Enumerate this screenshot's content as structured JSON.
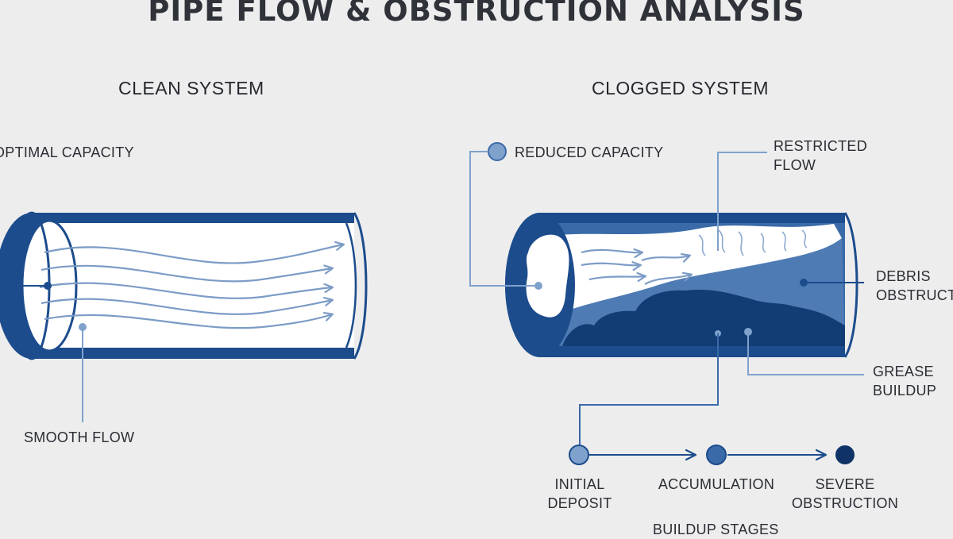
{
  "title": "PIPE FLOW & OBSTRUCTION ANALYSIS",
  "colors": {
    "pipe_dark": "#1c4c8c",
    "pipe_mid": "#3a6aa8",
    "pipe_light": "#7fa2cc",
    "flow_arrow": "#7c9cc6",
    "inner": "#ffffff",
    "background": "#ededee",
    "severe": "#0f3366"
  },
  "clean": {
    "heading": "CLEAN SYSTEM",
    "optimal_capacity": "OPTIMAL CAPACITY",
    "smooth_flow": "SMOOTH FLOW"
  },
  "clogged": {
    "heading": "CLOGGED SYSTEM",
    "reduced_capacity": "REDUCED CAPACITY",
    "restricted_flow_line1": "RESTRICTED",
    "restricted_flow_line2": "FLOW",
    "debris_line1": "DEBRIS",
    "debris_line2": "OBSTRUCTION",
    "grease_line1": "GREASE",
    "grease_line2": "BUILDUP"
  },
  "stages": {
    "caption": "BUILDUP STAGES",
    "items": [
      {
        "line1": "INITIAL",
        "line2": "DEPOSIT",
        "color": "#7fa2cc"
      },
      {
        "line1": "ACCUMULATION",
        "line2": "",
        "color": "#3a6aa8"
      },
      {
        "line1": "SEVERE",
        "line2": "OBSTRUCTION",
        "color": "#0f3366"
      }
    ]
  }
}
